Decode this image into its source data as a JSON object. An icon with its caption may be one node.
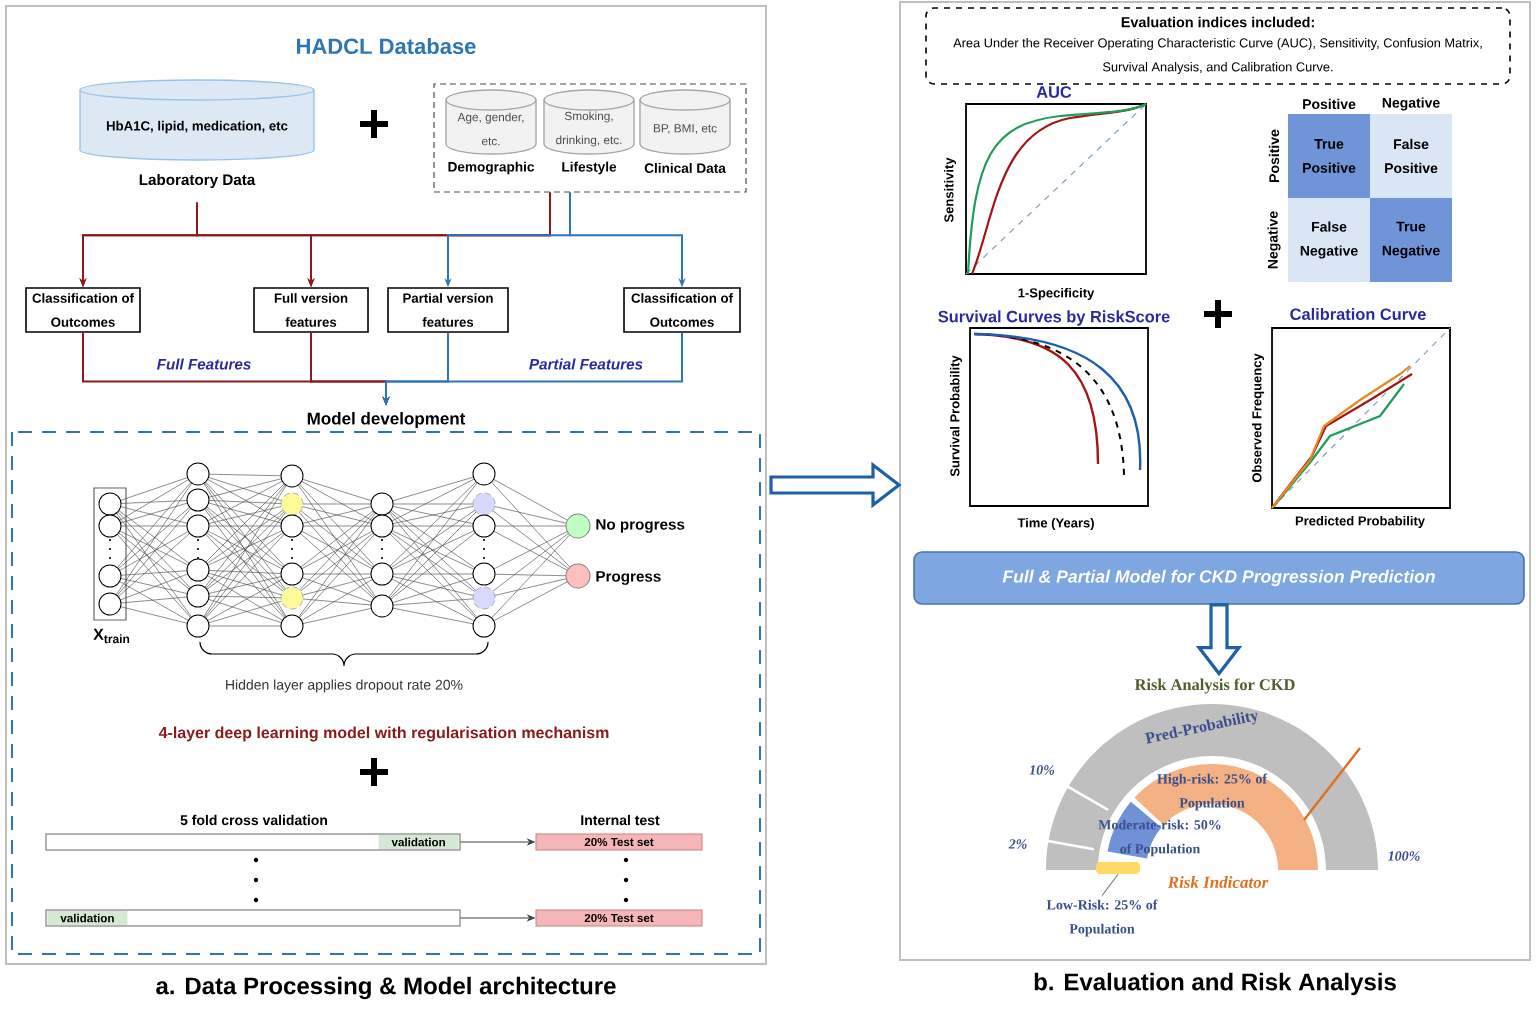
{
  "diagram": {
    "nodes": [
      {
        "text": [
          "HADCL Database"
        ],
        "beside": [
          "a. Data Processing & Model architecture"
        ]
      },
      {
        "text": [
          "HbA1C, lipid, medication, etc",
          "Laboratory Data"
        ],
        "in": 0
      },
      {
        "text": [],
        "shape": "box",
        "in": 0
      },
      {
        "text": [
          "Age, gender, etc.",
          "Demographic"
        ],
        "in": 2
      },
      {
        "text": [
          "Smoking, drinking, etc.",
          "Lifestyle"
        ],
        "in": 2
      },
      {
        "text": [
          "BP, BMI, etc",
          "Clinical Data"
        ],
        "in": 2
      },
      {
        "text": [
          "Classification of Outcomes"
        ],
        "in": 0
      },
      {
        "text": [
          "Full version features"
        ],
        "in": 0
      },
      {
        "text": [
          "Partial version features"
        ],
        "in": 0
      },
      {
        "text": [
          "Classification of Outcomes"
        ],
        "in": 0
      },
      {
        "text": [
          "Model development"
        ],
        "in": 0
      },
      {
        "text": [
          "validation"
        ],
        "in": 10
      },
      {
        "text": [
          "20% Test set"
        ],
        "in": 10
      },
      {
        "text": [
          "validation"
        ],
        "in": 10
      },
      {
        "text": [
          "20% Test set"
        ],
        "in": 10
      },
      {
        "text": [],
        "shape": "box",
        "beside": [
          "b. Evaluation and Risk Analysis"
        ]
      },
      {
        "text": [
          "Evaluation indices included:",
          "Area Under the Receiver Operating Characteristic Curve (AUC), Sensitivity, Confusion Matrix, Survival Analysis, and Calibration Curve."
        ],
        "in": 15
      },
      {
        "text": [
          "Full & Partial Model for CKD Progression Prediction"
        ],
        "in": 15
      },
      {
        "text": [
          "Risk Analysis for CKD"
        ],
        "in": 15
      },
      {
        "text": [
          "Low-Risk: 25% of Population"
        ],
        "in": 15
      },
      {
        "text": [],
        "shape": "bar",
        "in": 15
      }
    ],
    "edges": [
      {
        "from": 1,
        "to": 6,
        "arrow": "to",
        "color": "#8b1a1a"
      },
      {
        "from": 1,
        "to": 7,
        "arrow": "to",
        "color": "#8b1a1a"
      },
      {
        "from": 2,
        "to": 6,
        "arrow": "to",
        "color": "#8b1a1a"
      },
      {
        "from": 2,
        "to": 7,
        "arrow": "to",
        "color": "#8b1a1a"
      },
      {
        "from": 2,
        "to": 8,
        "arrow": "to",
        "color": "#2e75b6"
      },
      {
        "from": 2,
        "to": 9,
        "arrow": "to",
        "color": "#2e75b6"
      },
      {
        "from": 6,
        "to": 10,
        "arrow": "to",
        "color": "#8b1a1a"
      },
      {
        "from": 7,
        "to": 10,
        "arrow": "to",
        "color": "#8b1a1a"
      },
      {
        "from": 8,
        "to": 10,
        "arrow": "to",
        "color": "#2e75b6"
      },
      {
        "from": 9,
        "to": 10,
        "arrow": "to",
        "color": "#2e75b6"
      },
      {
        "from": 11,
        "to": 12,
        "arrow": "to",
        "color": "#404040"
      },
      {
        "from": 13,
        "to": 14,
        "arrow": "to",
        "color": "#404040"
      },
      {
        "from": 0,
        "to": 15,
        "arrow": "to",
        "style": "thick",
        "color": "#1f5fa8"
      },
      {
        "from": 17,
        "to": 18,
        "arrow": "to",
        "style": "thick",
        "color": "#1f5fa8"
      },
      {
        "from": 19,
        "to": 20,
        "arrow": "none",
        "color": "#7f7f7f"
      }
    ],
    "labels": [
      "Full Features",
      "Partial Features",
      "X$_{train}$",
      "No progress",
      "Progress",
      "Hidden layer applies dropout rate 20%",
      "4-layer deep learning model with regularisation mechanism",
      "5 fold cross validation",
      "Internal test",
      "AUC",
      "Sensitivity",
      "1-Specificity",
      "Positive",
      "Negative",
      "Positive",
      "True Positive",
      "False Positive",
      "Negative",
      "False Negative",
      "True Negative",
      "Survival Curves by RiskScore",
      "Survival Probability",
      "Time (Years)",
      "Calibration Curve",
      "Observed Frequency",
      "Predicted Probability",
      "Pred-Probability",
      "10%",
      "High-risk: 25% of Population",
      "Moderate-risk: 50% of Population",
      "2%",
      "100%",
      "Risk Indicator"
    ]
  }
}
